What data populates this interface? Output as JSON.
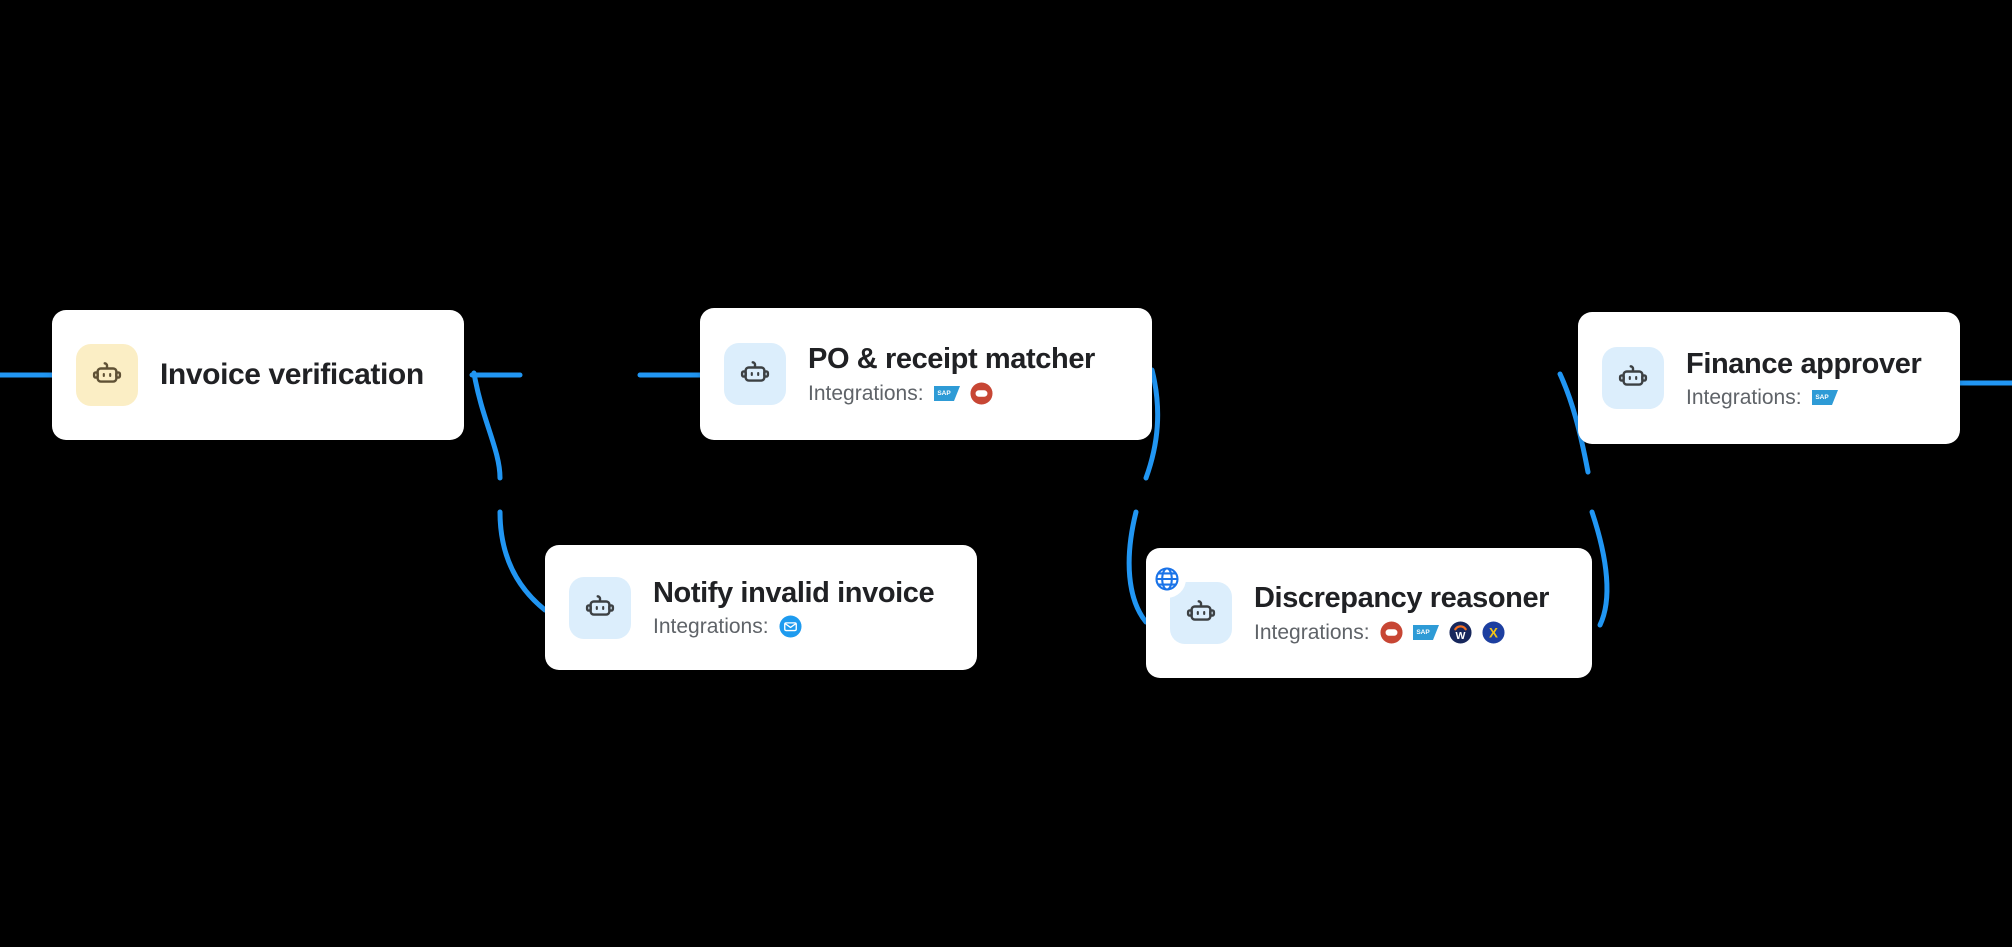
{
  "canvas": {
    "background": "#000000",
    "edge_color": "#2196f3"
  },
  "palette": {
    "card_background": "#ffffff",
    "title_color": "#202124",
    "label_color": "#5f6368",
    "tile_blue": "#dceefc",
    "tile_yellow": "#fbeec5",
    "robot_stroke": "#3c4043",
    "robot_stroke_yellow": "#5f5135",
    "accent_blue": "#2196f3",
    "sap_blue": "#2e9bd6",
    "oracle_red": "#c74634",
    "mail_blue": "#1e9bef",
    "workday_navy": "#17275c",
    "workday_orange": "#f36d21",
    "exact_blue": "#1d3fa0",
    "exact_yellow": "#f3c417"
  },
  "integration_icons": {
    "sap": "sap-logo-icon",
    "oracle": "oracle-logo-icon",
    "mail": "mail-logo-icon",
    "workday": "workday-logo-icon",
    "exact": "exact-logo-icon"
  },
  "nodes": [
    {
      "id": "invoice-verification",
      "title": "Invoice verification",
      "icon": "robot-icon",
      "tile_color": "yellow",
      "has_globe_badge": false,
      "integrations_label": null,
      "integrations": []
    },
    {
      "id": "po-receipt-matcher",
      "title": "PO & receipt matcher",
      "icon": "robot-icon",
      "tile_color": "blue",
      "has_globe_badge": false,
      "integrations_label": "Integrations:",
      "integrations": [
        "sap",
        "oracle"
      ]
    },
    {
      "id": "finance-approver",
      "title": "Finance approver",
      "icon": "robot-icon",
      "tile_color": "blue",
      "has_globe_badge": false,
      "integrations_label": "Integrations:",
      "integrations": [
        "sap"
      ]
    },
    {
      "id": "notify-invalid-invoice",
      "title": "Notify invalid invoice",
      "icon": "robot-icon",
      "tile_color": "blue",
      "has_globe_badge": false,
      "integrations_label": "Integrations:",
      "integrations": [
        "mail"
      ]
    },
    {
      "id": "discrepancy-reasoner",
      "title": "Discrepancy reasoner",
      "icon": "robot-icon",
      "tile_color": "blue",
      "has_globe_badge": true,
      "badge_icon": "globe-icon",
      "integrations_label": "Integrations:",
      "integrations": [
        "oracle",
        "sap",
        "workday",
        "exact"
      ]
    }
  ]
}
